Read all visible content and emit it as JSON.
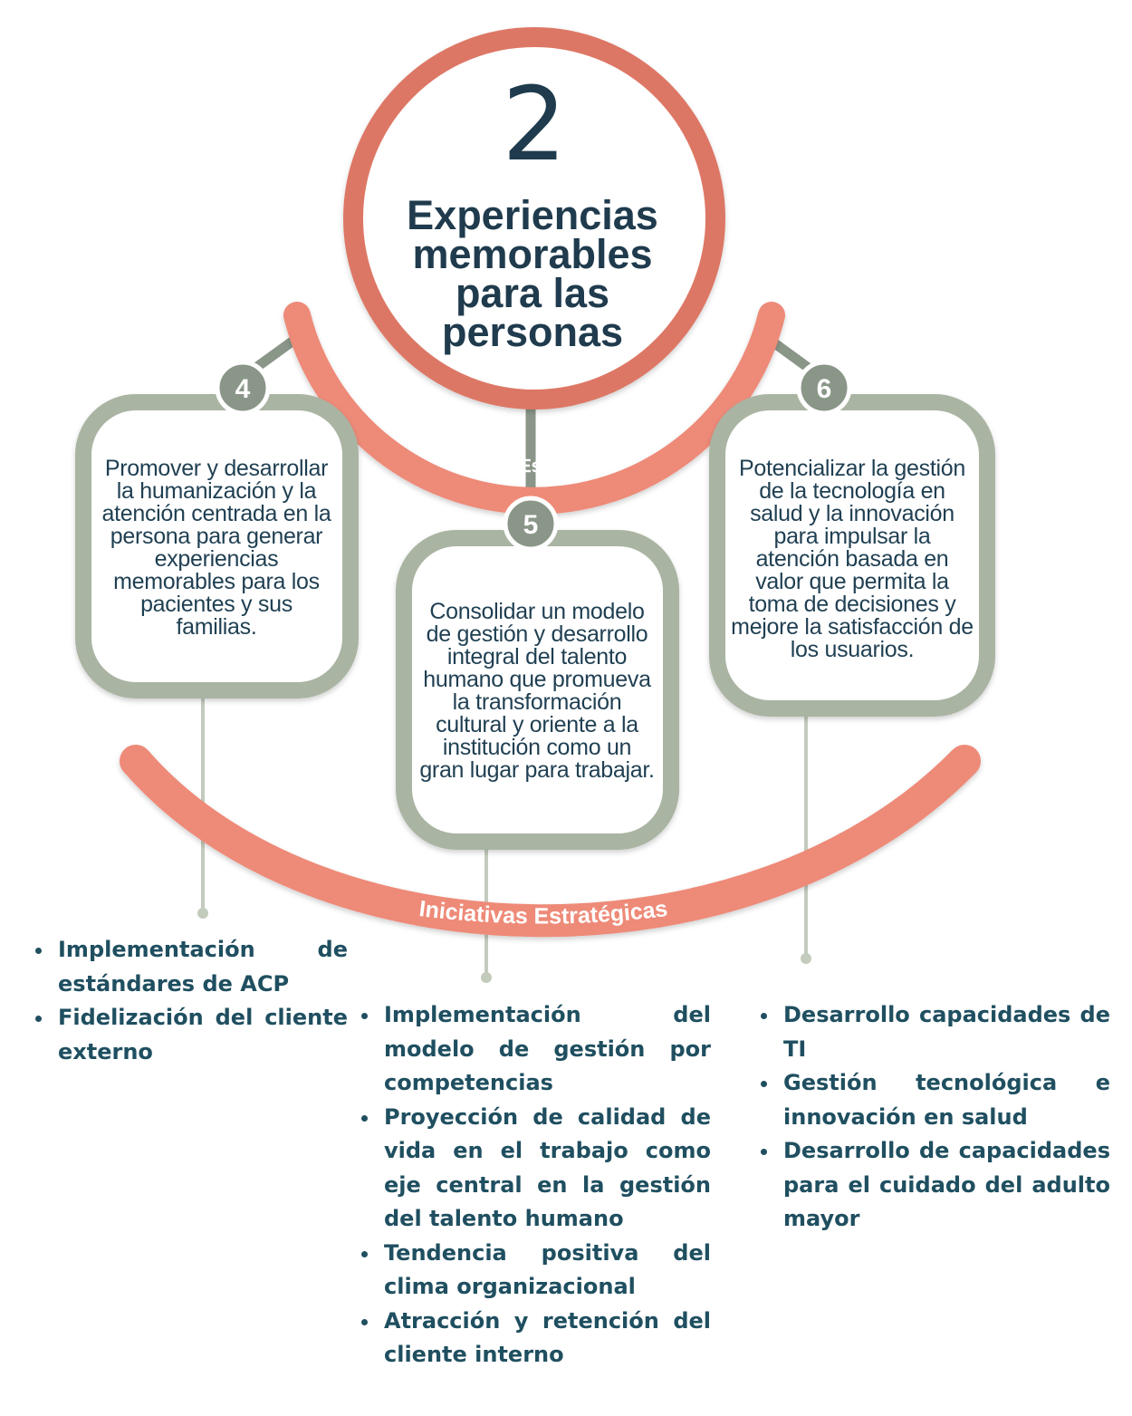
{
  "header": {
    "number": "2",
    "title": "Experiencias memorables para las personas"
  },
  "arcs": {
    "objetivos_label": "Objetivos Estratégicos",
    "iniciativas_label": "Iniciativas Estratégicas"
  },
  "objectives": [
    {
      "number": "4",
      "text": "Promover y desarrollar la humanización y la atención centrada en la persona para generar experiencias memorables para los pacientes y sus familias."
    },
    {
      "number": "5",
      "text": "Consolidar un modelo de gestión y desarrollo integral del talento humano que promueva la transformación cultural y oriente a la institución como un gran lugar para trabajar."
    },
    {
      "number": "6",
      "text": "Potencializar la gestión de la tecnología en salud y la innovación para impulsar la atención basada en valor que permita la toma de decisiones y mejore la satisfacción de los usuarios."
    }
  ],
  "initiatives": {
    "left": [
      "Implementación de estándares de ACP",
      "Fidelización del cliente externo"
    ],
    "center": [
      "Implementación del modelo de gestión por competencias",
      "Proyección de calidad de vida en el trabajo como eje central en la gestión del talento humano",
      "Tendencia positiva del clima organizacional",
      "Atracción y retención del cliente interno"
    ],
    "right": [
      "Desarrollo capacidades de TI",
      "Gestión tecnológica e innovación en salud",
      "Desarrollo de capacidades para el cuidado del adulto mayor"
    ]
  },
  "colors": {
    "salmon": "#ee8a78",
    "salmon_dark": "#dd7765",
    "sage": "#a9b4a2",
    "sage_dark": "#8a9688",
    "navy": "#1f3b4d",
    "teal_text": "#1f4f60"
  }
}
